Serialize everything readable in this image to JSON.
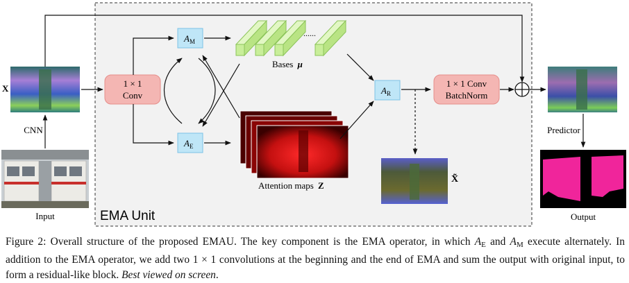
{
  "figure": {
    "unit_label": "EMA Unit",
    "x_label": "X",
    "cnn_label": "CNN",
    "input_label": "Input",
    "output_label": "Output",
    "predictor_label": "Predictor",
    "conv1": {
      "line1": "1 × 1",
      "line2": "Conv"
    },
    "conv2": {
      "line1": "1 × 1 Conv",
      "line2": "BatchNorm"
    },
    "am": {
      "base": "A",
      "sub": "M"
    },
    "ae": {
      "base": "A",
      "sub": "E"
    },
    "ar": {
      "base": "A",
      "sub": "R"
    },
    "bases_label": "Bases",
    "bases_symbol": "μ",
    "bases_dots": "......",
    "attention_label": "Attention maps",
    "attention_symbol": "Z",
    "xtilde_label": "X̃",
    "sum_symbol": "⊕"
  },
  "caption": {
    "p1": "Figure 2: Overall structure of the proposed EMAU. The key component is the EMA operator, in which ",
    "ae_base": "A",
    "ae_sub": "E",
    "p2": " and ",
    "am_base": "A",
    "am_sub": "M",
    "p3": " execute alternately. In addition to the EMA operator, we add two 1 × 1 convolutions at the beginning and the end of EMA and sum the output with original input, to form a residual-like block. ",
    "emph": "Best viewed on screen",
    "p4": "."
  },
  "colors": {
    "conv_fill": "#f4b6b3",
    "op_fill": "#bfe6f7",
    "op_stroke": "#7cc3e6",
    "base_bar": "#c9ee9a",
    "attention_red": "#c41010",
    "mask_pink": "#f0259b"
  }
}
